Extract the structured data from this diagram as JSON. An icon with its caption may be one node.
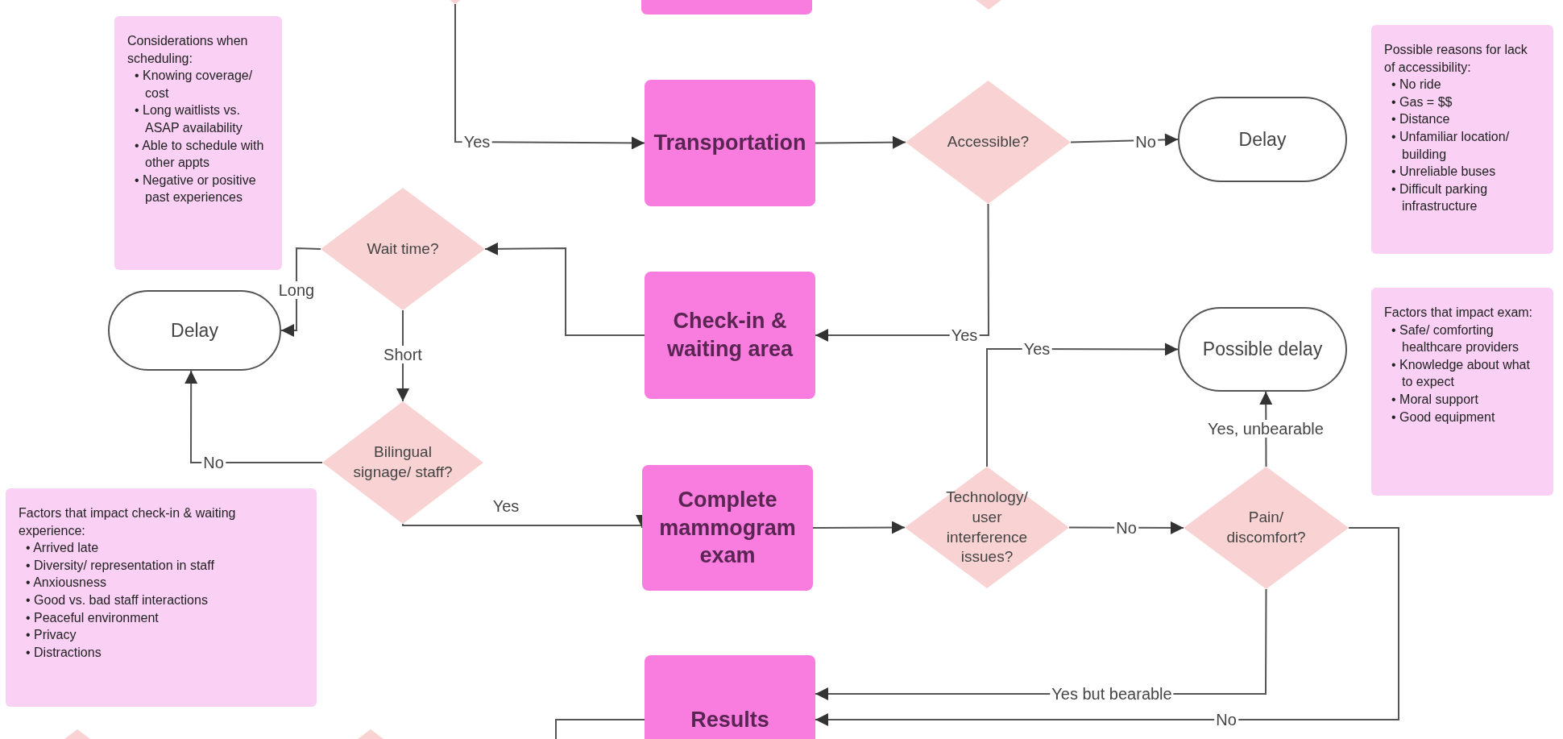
{
  "diagram": {
    "nodes": [
      {
        "text": [
          "Considerations when scheduling:",
          "• Knowing coverage/ cost",
          "• Long waitlists vs. ASAP availability",
          "• Able to schedule with other appts",
          "• Negative or positive past experiences"
        ]
      },
      {
        "text": [],
        "shape": "diamond"
      },
      {
        "text": [],
        "shape": "box"
      },
      {
        "text": [],
        "shape": "diamond"
      },
      {
        "text": [
          "Transportation"
        ]
      },
      {
        "text": [
          "Accessible?"
        ]
      },
      {
        "text": [
          "Delay"
        ]
      },
      {
        "text": [
          "Possible reasons for lack of accessibility:",
          "• No ride",
          "• Gas = $$",
          "• Distance",
          "• Unfamiliar location/ building",
          "• Unreliable buses",
          "• Difficult parking infrastructure"
        ]
      },
      {
        "text": [
          "Wait time?"
        ]
      },
      {
        "text": [
          "Check-in & waiting area"
        ]
      },
      {
        "text": [
          "Delay"
        ]
      },
      {
        "text": [
          "Possible delay"
        ]
      },
      {
        "text": [
          "Factors that impact exam:",
          "• Safe/ comforting healthcare providers",
          "• Knowledge about what to expect",
          "• Moral support",
          "• Good equipment"
        ]
      },
      {
        "text": [
          "Bilingual signage/ staff?"
        ]
      },
      {
        "text": [
          "Factors that impact check-in & waiting experience:",
          "• Arrived late",
          "• Diversity/ representation in staff",
          "• Anxiousness",
          "• Good vs. bad staff interactions",
          "• Peaceful environment",
          "• Privacy",
          "• Distractions"
        ]
      },
      {
        "text": [
          "Complete mammogram exam"
        ]
      },
      {
        "text": [
          "Technology/ user interference issues?"
        ]
      },
      {
        "text": [
          "Pain/ discomfort?"
        ]
      },
      {
        "text": [
          "Results"
        ]
      },
      {
        "text": [],
        "shape": "diamond"
      },
      {
        "text": [],
        "shape": "diamond"
      }
    ],
    "edges": [
      {
        "from": 1,
        "to": 4,
        "arrow": "to",
        "label": "Yes"
      },
      {
        "from": 4,
        "to": 5,
        "arrow": "to"
      },
      {
        "from": 5,
        "to": 6,
        "arrow": "to",
        "label": "No"
      },
      {
        "from": 5,
        "to": 9,
        "arrow": "to",
        "label": "Yes"
      },
      {
        "from": 9,
        "to": 8,
        "arrow": "to"
      },
      {
        "from": 8,
        "to": 10,
        "arrow": "to",
        "label": "Long"
      },
      {
        "from": 8,
        "to": 13,
        "arrow": "to",
        "label": "Short"
      },
      {
        "from": 13,
        "to": 10,
        "arrow": "to",
        "label": "No"
      },
      {
        "from": 13,
        "to": 15,
        "arrow": "to",
        "label": "Yes"
      },
      {
        "from": 15,
        "to": 16,
        "arrow": "to"
      },
      {
        "from": 16,
        "to": 11,
        "arrow": "to",
        "label": "Yes"
      },
      {
        "from": 16,
        "to": 17,
        "arrow": "to",
        "label": "No"
      },
      {
        "from": 17,
        "to": 11,
        "arrow": "to",
        "label": "Yes, unbearable"
      },
      {
        "from": 17,
        "to": 18,
        "arrow": "to",
        "label": "Yes but bearable"
      },
      {
        "from": 17,
        "to": 18,
        "arrow": "to",
        "label": "No"
      },
      {
        "from": 18,
        "to": null,
        "arrow": "none"
      }
    ]
  }
}
